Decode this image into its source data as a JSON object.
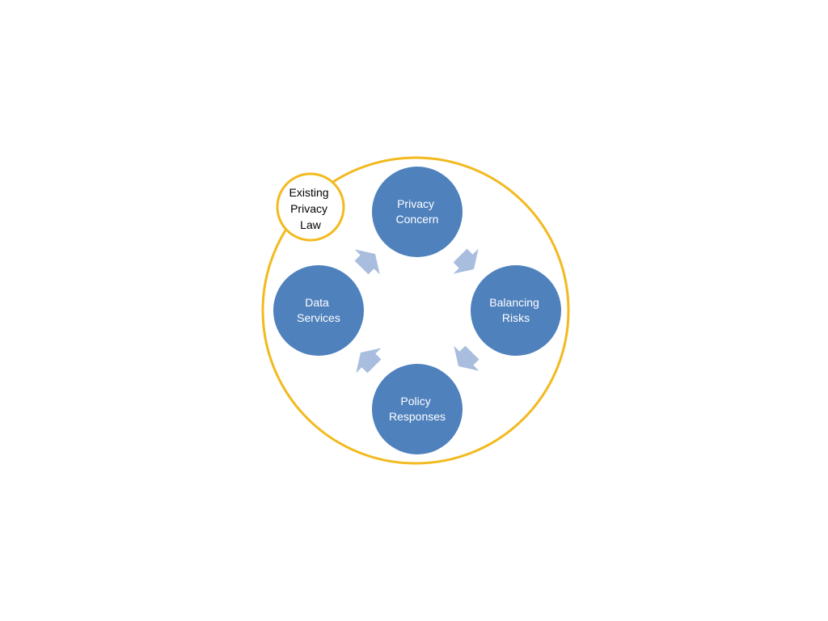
{
  "colors": {
    "ring": "#F2BA1E",
    "node_fill": "#4F81BD",
    "arrow_fill": "#A9BEDE",
    "node_text": "#FFFFFF",
    "badge_text": "#000000",
    "badge_fill": "#FFFFFF"
  },
  "diagram": {
    "outer_ring_label": {
      "lines": [
        "Existing",
        "Privacy",
        "Law"
      ]
    },
    "nodes": [
      {
        "id": "privacy-concern",
        "lines": [
          "Privacy",
          "Concern"
        ]
      },
      {
        "id": "balancing-risks",
        "lines": [
          "Balancing",
          "Risks"
        ]
      },
      {
        "id": "policy-responses",
        "lines": [
          "Policy",
          "Responses"
        ]
      },
      {
        "id": "data-services",
        "lines": [
          "Data",
          "Services"
        ]
      }
    ],
    "cycle_direction": "clockwise"
  }
}
